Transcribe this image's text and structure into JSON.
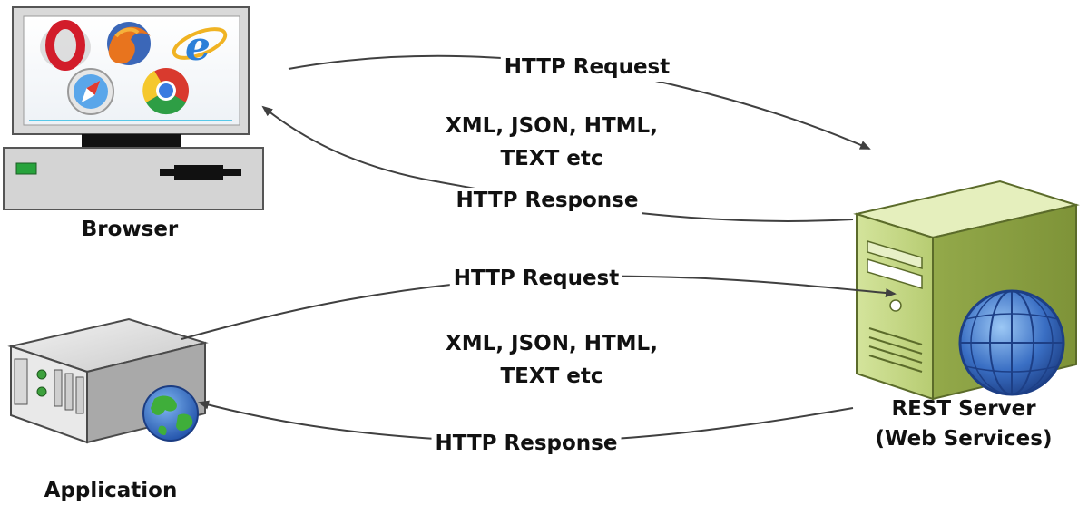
{
  "labels": {
    "browser": "Browser",
    "application": "Application",
    "server_line1": "REST Server",
    "server_line2": "(Web Services)"
  },
  "flows": {
    "browser_request": "HTTP Request",
    "browser_formats_line1": "XML, JSON, HTML,",
    "browser_formats_line2": "TEXT etc",
    "browser_response": "HTTP Response",
    "app_request": "HTTP Request",
    "app_formats_line1": "XML, JSON, HTML,",
    "app_formats_line2": "TEXT etc",
    "app_response": "HTTP Response"
  },
  "icons": {
    "browsers": [
      "opera-icon",
      "firefox-icon",
      "internet-explorer-icon",
      "safari-icon",
      "chrome-icon"
    ],
    "server": "server-tower-icon",
    "application": "rack-server-icon"
  },
  "colors": {
    "monitor_frame": "#d9d9d9",
    "server_body": "#c5d88a",
    "globe_blue": "#3a6fc4",
    "arrow": "#404040"
  }
}
